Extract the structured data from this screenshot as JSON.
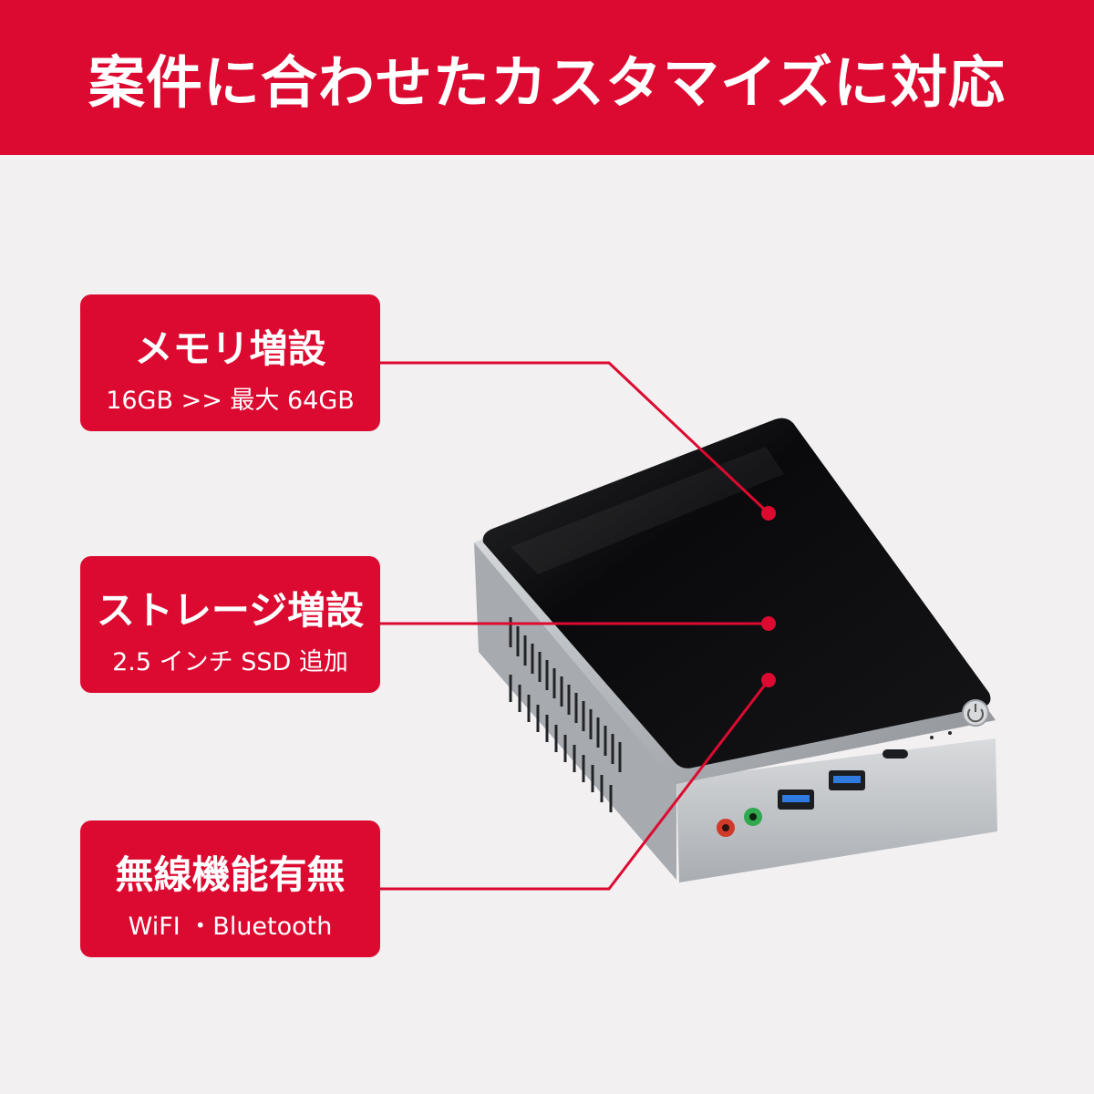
{
  "colors": {
    "brand_red": "#dc0a30",
    "background": "#f2f0f1",
    "device_top": "#0d0d0f",
    "device_body": "#b9bcc1",
    "usb_blue": "#2f7be0",
    "audio_red": "#cf3a2a",
    "audio_green": "#2fa84e"
  },
  "banner": {
    "title": "案件に合わせたカスタマイズに対応"
  },
  "features": [
    {
      "title": "メモリ増設",
      "subtitle": "16GB >> 最大 64GB"
    },
    {
      "title": "ストレージ増設",
      "subtitle": "2.5 インチ SSD 追加"
    },
    {
      "title": "無線機能有無",
      "subtitle": "WiFI ・Bluetooth"
    }
  ],
  "device": {
    "icons": [
      "power-button-icon",
      "usb-port-icon",
      "usb-c-port-icon",
      "audio-jack-icon",
      "vent-icon"
    ]
  }
}
